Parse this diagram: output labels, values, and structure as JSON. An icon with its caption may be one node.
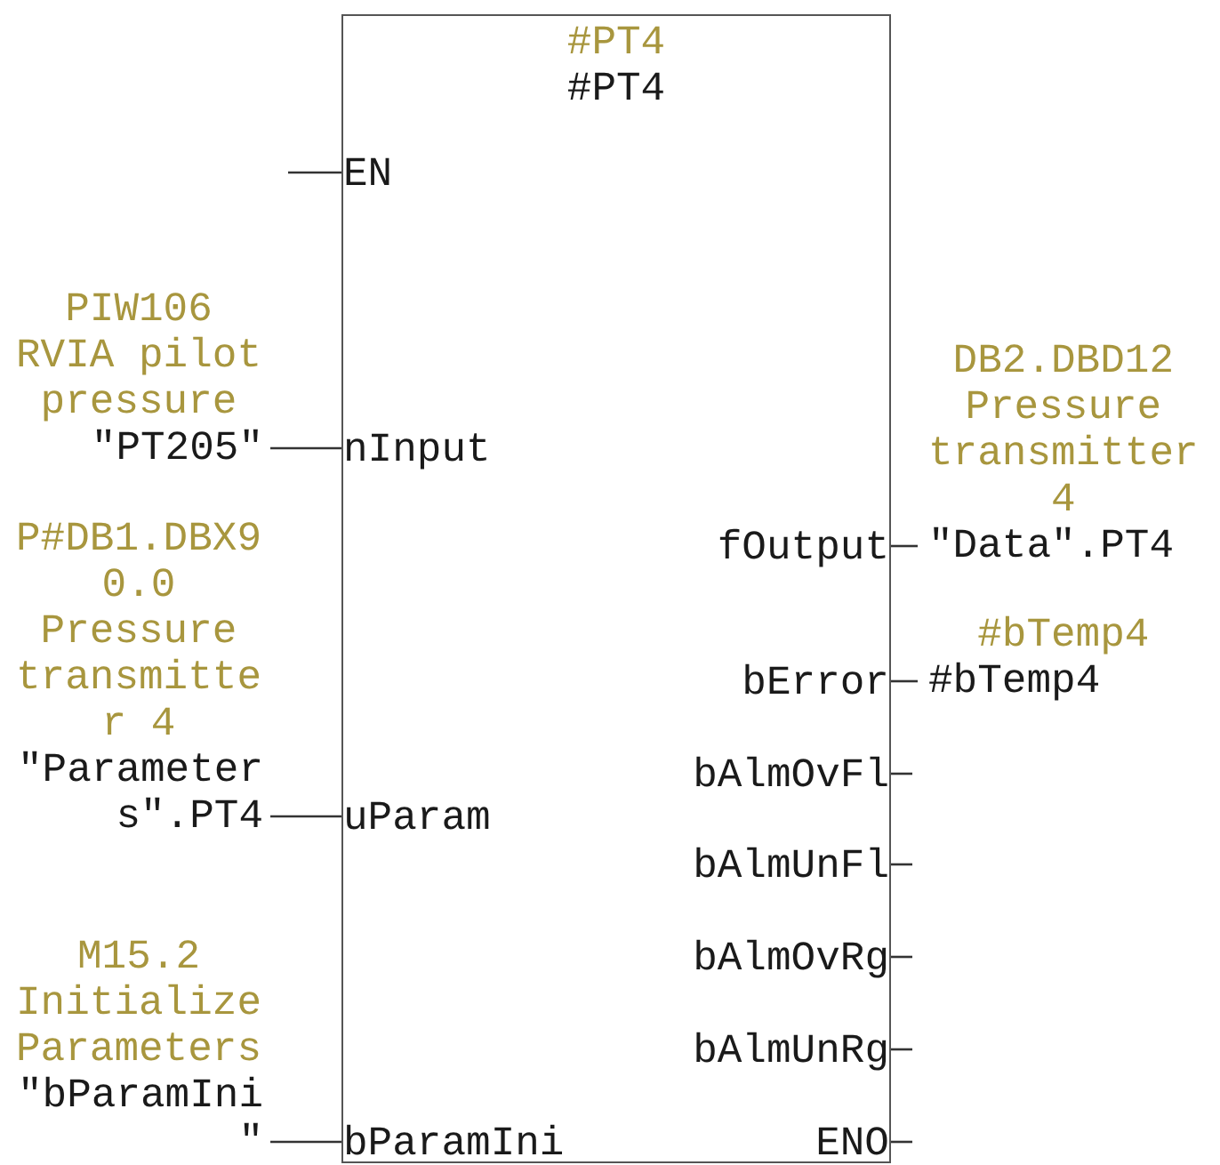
{
  "diagram": {
    "nodes": [
      {
        "text": [
          "#PT4",
          "#PT4"
        ]
      },
      {
        "text": [
          "EN"
        ],
        "in": 0
      },
      {
        "text": [
          "nInput"
        ],
        "in": 0
      },
      {
        "text": [
          "uParam"
        ],
        "in": 0
      },
      {
        "text": [
          "bParamIni"
        ],
        "in": 0
      },
      {
        "text": [
          "fOutput"
        ],
        "in": 0
      },
      {
        "text": [
          "bError"
        ],
        "in": 0
      },
      {
        "text": [
          "bAlmOvFl"
        ],
        "in": 0
      },
      {
        "text": [
          "bAlmUnFl"
        ],
        "in": 0
      },
      {
        "text": [
          "bAlmOvRg"
        ],
        "in": 0
      },
      {
        "text": [
          "bAlmUnRg"
        ],
        "in": 0
      },
      {
        "text": [
          "ENO"
        ],
        "in": 0
      },
      {
        "text": [
          "PIW106 RVIA pilot pressure",
          "\"PT205\""
        ]
      },
      {
        "text": [
          "P#DB1.DBX90.0 Pressure transmitter 4",
          "\"Parameters\".PT4"
        ]
      },
      {
        "text": [
          "M15.2 Initialize Parameters",
          "\"bParamIni\""
        ]
      },
      {
        "text": [
          "DB2.DBD12 Pressure transmitter 4",
          "\"Data\".PT4"
        ]
      },
      {
        "text": [
          "#bTemp4",
          "#bTemp4"
        ]
      }
    ],
    "edges": [
      {
        "from": null,
        "to": 1,
        "arrow": "none"
      },
      {
        "from": 12,
        "to": 2,
        "arrow": "none"
      },
      {
        "from": 13,
        "to": 3,
        "arrow": "none"
      },
      {
        "from": 14,
        "to": 4,
        "arrow": "none"
      },
      {
        "from": 5,
        "to": 15,
        "arrow": "none"
      },
      {
        "from": 6,
        "to": 16,
        "arrow": "none"
      },
      {
        "from": 7,
        "to": null,
        "arrow": "none"
      },
      {
        "from": 8,
        "to": null,
        "arrow": "none"
      },
      {
        "from": 9,
        "to": null,
        "arrow": "none"
      },
      {
        "from": 10,
        "to": null,
        "arrow": "none"
      },
      {
        "from": 11,
        "to": null,
        "arrow": "none"
      }
    ]
  }
}
